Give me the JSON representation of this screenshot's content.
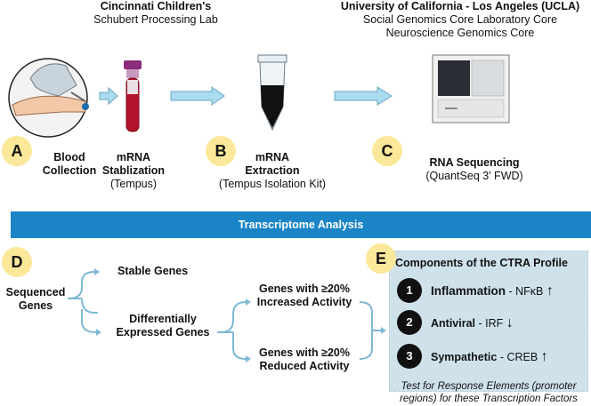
{
  "header": {
    "cincinnati_line1": "Cincinnati Children's",
    "cincinnati_line2": "Schubert Processing Lab",
    "ucla_line1": "University of California - Los Angeles (UCLA)",
    "ucla_line2": "Social Genomics Core Laboratory Core",
    "ucla_line3": "Neuroscience Genomics Core"
  },
  "steps": {
    "a": {
      "badge": "A",
      "line1": "Blood",
      "line2": "Collection"
    },
    "b": {
      "badge": "B",
      "line1": "mRNA",
      "line2": "Extraction",
      "sub": "(Tempus Isolation Kit)"
    },
    "c": {
      "badge": "C",
      "line1": "RNA Sequencing",
      "sub": "(QuantSeq 3' FWD)"
    },
    "stabilization": {
      "line1": "mRNA",
      "line2": "Stablization",
      "sub": "(Tempus)"
    }
  },
  "banner": "Transcriptome Analysis",
  "analysis": {
    "d_badge": "D",
    "sequenced_1": "Sequenced",
    "sequenced_2": "Genes",
    "stable": "Stable Genes",
    "diff_1": "Differentially",
    "diff_2": "Expressed Genes",
    "inc_1": "Genes with ≥20%",
    "inc_2": "Increased Activity",
    "red_1": "Genes with ≥20%",
    "red_2": "Reduced Activity"
  },
  "ctra": {
    "e_badge": "E",
    "title": "Components of the CTRA Profile",
    "items": [
      {
        "num": "1",
        "name": "Inflammation",
        "factor": "NFκB",
        "arrow": "↑"
      },
      {
        "num": "2",
        "name": "Antiviral",
        "factor": "IRF",
        "arrow": "↓"
      },
      {
        "num": "3",
        "name": "Sympathetic",
        "factor": "CREB",
        "arrow": "↑"
      }
    ],
    "separator": " - ",
    "note_1": "Test for Response Elements (promoter",
    "note_2": "regions) for these Transcription Factors"
  },
  "colors": {
    "banner": "#1a84c6",
    "badge": "#fbe89a",
    "panel": "#cfe2ec",
    "arrow": "#a9dcef"
  }
}
